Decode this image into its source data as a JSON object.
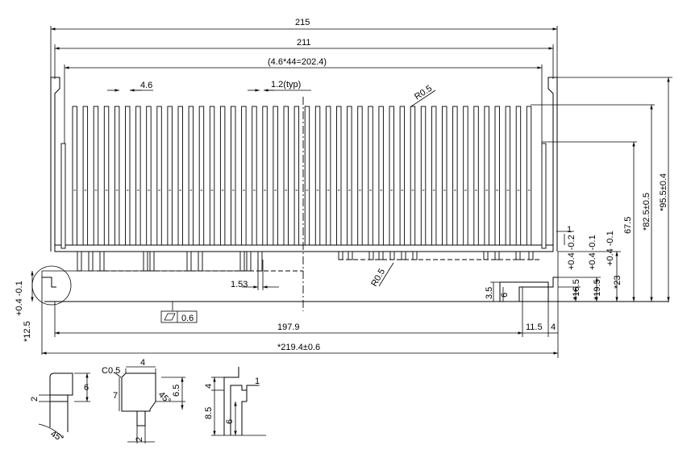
{
  "dims": {
    "overall_width": "215",
    "inner_width": "211",
    "fin_span": "(4.6*44=202.4)",
    "fin_pitch": "4.6",
    "fin_thickness": "1.2(typ)",
    "radius_top": "R0.5",
    "radius_bottom": "R0.5",
    "gap": "1.53",
    "flatness": "0.6",
    "rail_span": "197.9",
    "slot_w": "11.5",
    "slot_edge": "4",
    "total_length": "*219.4±0.6",
    "base_height": "*12.5",
    "base_tol": "+0.4 -0.1",
    "tab_h": "3.5",
    "tab_in": "6",
    "h_16": "*16.5",
    "h_16_tol": "+0.4 -0.2",
    "h_19": "*19.5",
    "h_19_tol": "+0.4 -0.1",
    "h_23": "*23",
    "h_23_tol": "+0.4 -0.1",
    "h_67": "67.5",
    "h_82": "*82.5±0.5",
    "h_95": "*95.5±0.4",
    "fin_gap_right": "1"
  },
  "details": {
    "d1_w": "2",
    "d1_h": "6",
    "d1_angle": "45°",
    "d2_chamfer": "C0.5",
    "d2_top": "4",
    "d2_h1": "7",
    "d2_angle": "45°",
    "d2_h2": "6.5",
    "d2_stem": "2",
    "d3_top": "4",
    "d3_gap": "1",
    "d3_h1": "8.5",
    "d3_h2": "6"
  }
}
